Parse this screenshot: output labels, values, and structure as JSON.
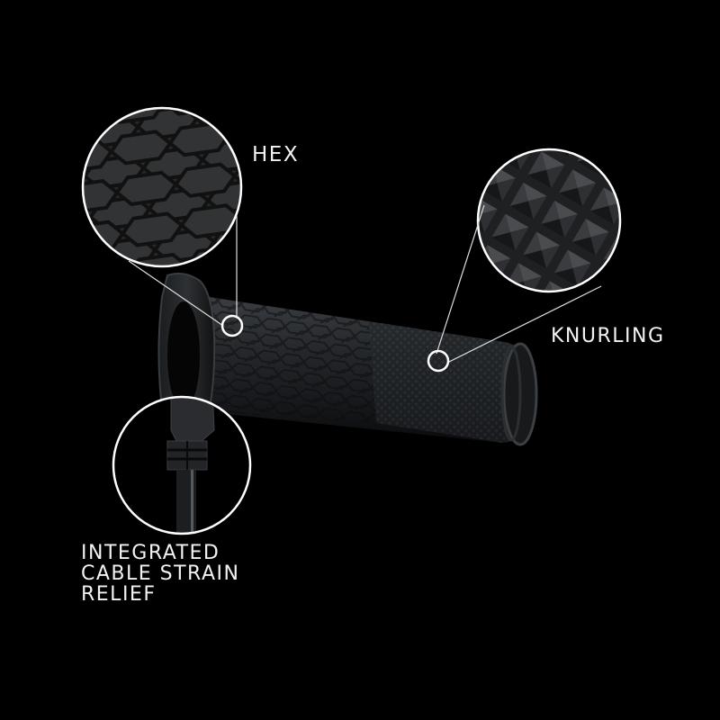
{
  "scene": {
    "background": "#000000",
    "subject": "heated-handlebar-grip",
    "callout_color": "#ffffff"
  },
  "callouts": [
    {
      "id": "hex",
      "label": "HEX"
    },
    {
      "id": "knurling",
      "label": "KNURLING"
    },
    {
      "id": "cable",
      "label": "INTEGRATED\nCABLE STRAIN\nRELIEF"
    }
  ]
}
